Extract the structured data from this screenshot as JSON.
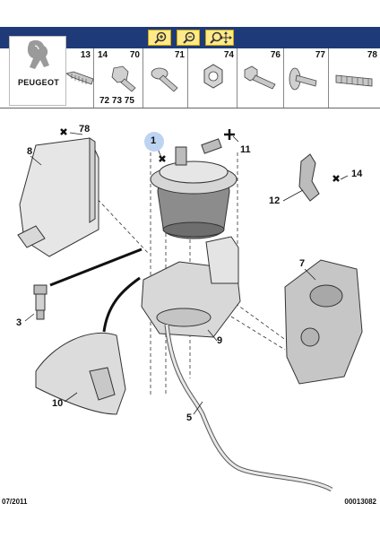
{
  "brand": "PEUGEOT",
  "toolbar": {
    "buttons": [
      "zoom-in-icon",
      "zoom-out-icon",
      "zoom-pan-icon"
    ],
    "bg_color": "#1f3a78",
    "button_color": "#ffe98a"
  },
  "parts_strip": {
    "cells": [
      {
        "num": "13"
      },
      {
        "num": "70",
        "extra": "14"
      },
      {
        "num": "71"
      },
      {
        "num": "74"
      },
      {
        "num": "76"
      },
      {
        "num": "77"
      },
      {
        "num": "78"
      }
    ],
    "extra_numbers": "72 73 75"
  },
  "callouts": [
    "1",
    "11",
    "78",
    "8",
    "14",
    "12",
    "7",
    "3",
    "9",
    "10",
    "5"
  ],
  "footer": {
    "date": "07/2011",
    "ref": "00013082"
  },
  "highlight_color": "#bcd3f2"
}
